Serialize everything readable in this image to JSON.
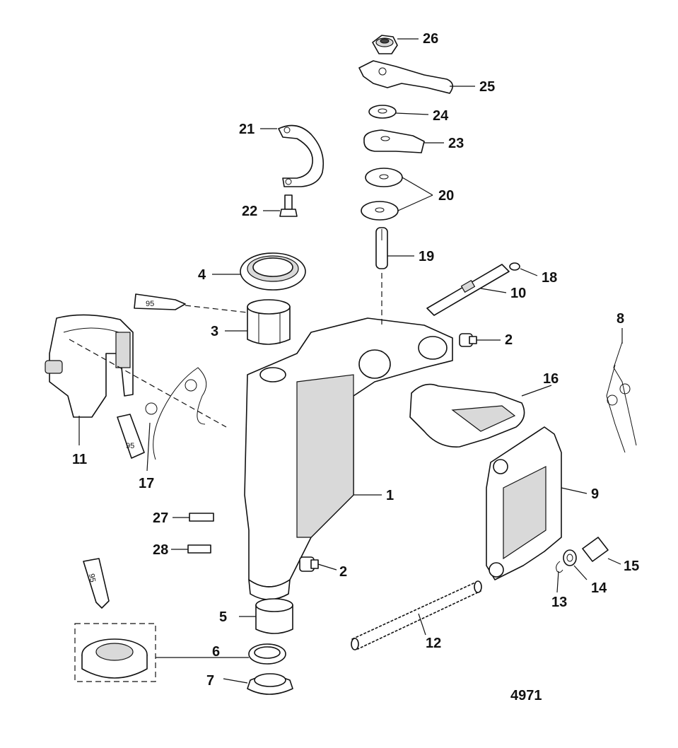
{
  "figure_number": "4971",
  "tube_mark": "95",
  "callouts": [
    {
      "id": "26",
      "text": "26"
    },
    {
      "id": "25",
      "text": "25"
    },
    {
      "id": "24",
      "text": "24"
    },
    {
      "id": "23",
      "text": "23"
    },
    {
      "id": "21",
      "text": "21"
    },
    {
      "id": "20",
      "text": "20"
    },
    {
      "id": "22",
      "text": "22"
    },
    {
      "id": "19",
      "text": "19"
    },
    {
      "id": "4",
      "text": "4"
    },
    {
      "id": "18",
      "text": "18"
    },
    {
      "id": "10",
      "text": "10"
    },
    {
      "id": "3",
      "text": "3"
    },
    {
      "id": "8",
      "text": "8"
    },
    {
      "id": "2a",
      "text": "2"
    },
    {
      "id": "16",
      "text": "16"
    },
    {
      "id": "11",
      "text": "11"
    },
    {
      "id": "17",
      "text": "17"
    },
    {
      "id": "1",
      "text": "1"
    },
    {
      "id": "9",
      "text": "9"
    },
    {
      "id": "27",
      "text": "27"
    },
    {
      "id": "28",
      "text": "28"
    },
    {
      "id": "2b",
      "text": "2"
    },
    {
      "id": "15",
      "text": "15"
    },
    {
      "id": "14",
      "text": "14"
    },
    {
      "id": "13",
      "text": "13"
    },
    {
      "id": "5",
      "text": "5"
    },
    {
      "id": "12",
      "text": "12"
    },
    {
      "id": "6",
      "text": "6"
    },
    {
      "id": "7",
      "text": "7"
    }
  ]
}
